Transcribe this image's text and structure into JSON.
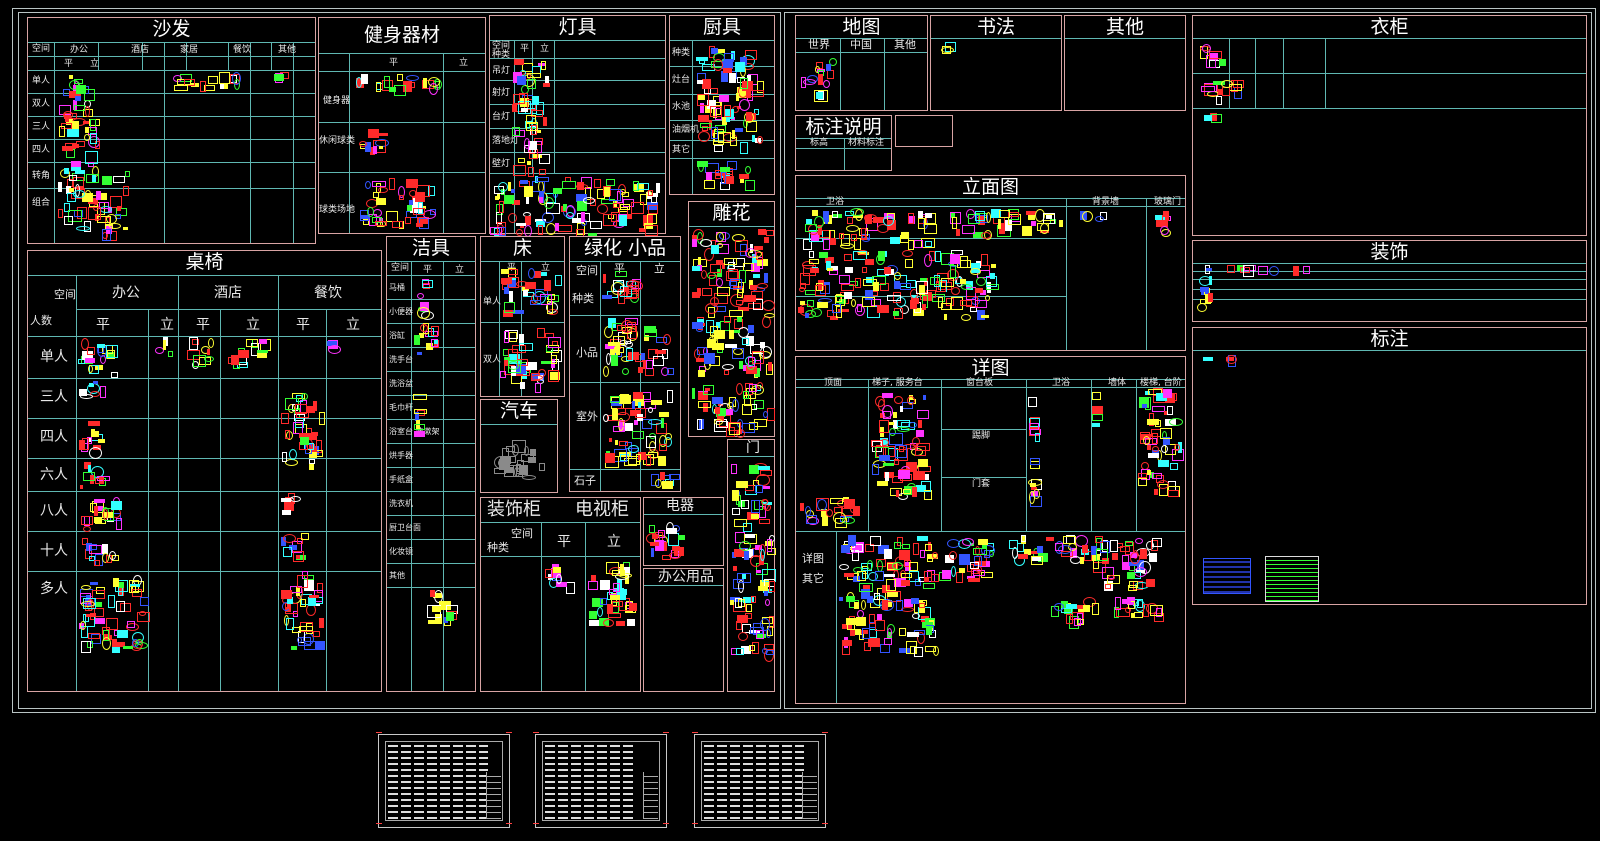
{
  "colors": {
    "background": "#000000",
    "frame": "#d8a4a4",
    "grid": "#5fb7b2",
    "outer": "#b9c4c4",
    "symbol_red": "#ff2a2a",
    "symbol_yellow": "#ffff33",
    "symbol_green": "#33ff33",
    "symbol_cyan": "#33ffff",
    "symbol_blue": "#3355ff",
    "symbol_magenta": "#ff33ff",
    "symbol_white": "#ffffff"
  },
  "sections": {
    "sofa": {
      "title": "沙发",
      "spaces": [
        "空间",
        "办公",
        "酒店",
        "家居",
        "餐饮",
        "其他"
      ],
      "rows": [
        "单人",
        "双人",
        "三人",
        "四人",
        "转角",
        "组合"
      ],
      "cols": [
        "平",
        "立"
      ]
    },
    "fitness": {
      "title": "健身器材",
      "cols": [
        "平",
        "立"
      ],
      "rows": [
        "健身器",
        "休闲球类",
        "球类场地"
      ]
    },
    "lamps": {
      "title": "灯具",
      "cols": [
        "平",
        "立"
      ],
      "header": "空间",
      "rows": [
        "种类",
        "吊灯",
        "射灯",
        "台灯",
        "落地灯",
        "壁灯"
      ]
    },
    "kitchen": {
      "title": "厨具",
      "rows": [
        "种类",
        "灶台",
        "水池",
        "油烟机",
        "其它"
      ]
    },
    "tables": {
      "title": "桌椅",
      "corner_a": "空间",
      "corner_b": "人数",
      "spaces": [
        "办公",
        "酒店",
        "餐饮"
      ],
      "cols": [
        "平",
        "立"
      ],
      "rows": [
        "单人",
        "三人",
        "四人",
        "六人",
        "八人",
        "十人",
        "多人"
      ]
    },
    "sanitary": {
      "title": "洁具",
      "header": "空间",
      "cols": [
        "平",
        "立"
      ],
      "rows": [
        "马桶",
        "小便器",
        "浴缸",
        "洗手台",
        "洗浴盆",
        "毛巾杆",
        "浴室台\n洗漱架",
        "烘手器",
        "手纸盒",
        "洗衣机",
        "厨卫台面",
        "化妆镜",
        "其他"
      ]
    },
    "bed": {
      "title": "床",
      "cols": [
        "平",
        "立"
      ],
      "rows": [
        "单人",
        "双人"
      ]
    },
    "green": {
      "title": "绿化 小品",
      "header": "空间",
      "side": "种类",
      "cols": [
        "平",
        "立"
      ],
      "rows": [
        "小品",
        "室外",
        "石子"
      ]
    },
    "carving": {
      "title": "雕花"
    },
    "car": {
      "title": "汽车"
    },
    "cabinet": {
      "title": "装饰柜",
      "title2": "电视柜",
      "corner_a": "空间",
      "corner_b": "种类",
      "cols": [
        "平",
        "立"
      ]
    },
    "appliance": {
      "title": "电器"
    },
    "office": {
      "title": "办公用品"
    },
    "door": {
      "title": "门"
    },
    "map": {
      "title": "地图",
      "cols": [
        "世界",
        "中国",
        "其他"
      ]
    },
    "calligraphy": {
      "title": "书法"
    },
    "other": {
      "title": "其他"
    },
    "annotation_note": {
      "title": "标注说明",
      "cols": [
        "标高",
        "材料标注"
      ]
    },
    "elevation": {
      "title": "立面图",
      "cols": [
        "卫浴",
        "背景墙",
        "玻璃门"
      ]
    },
    "detail": {
      "title": "详图",
      "cols": [
        "顶面",
        "梯子, 服务台",
        "窗台板",
        "卫浴",
        "墙体",
        "楼梯, 台阶"
      ],
      "subs": [
        "踢脚",
        "门套"
      ],
      "side": [
        "详图",
        "其它"
      ]
    },
    "wardrobe": {
      "title": "衣柜"
    },
    "decoration": {
      "title": "装饰"
    },
    "annotation": {
      "title": "标注"
    }
  }
}
